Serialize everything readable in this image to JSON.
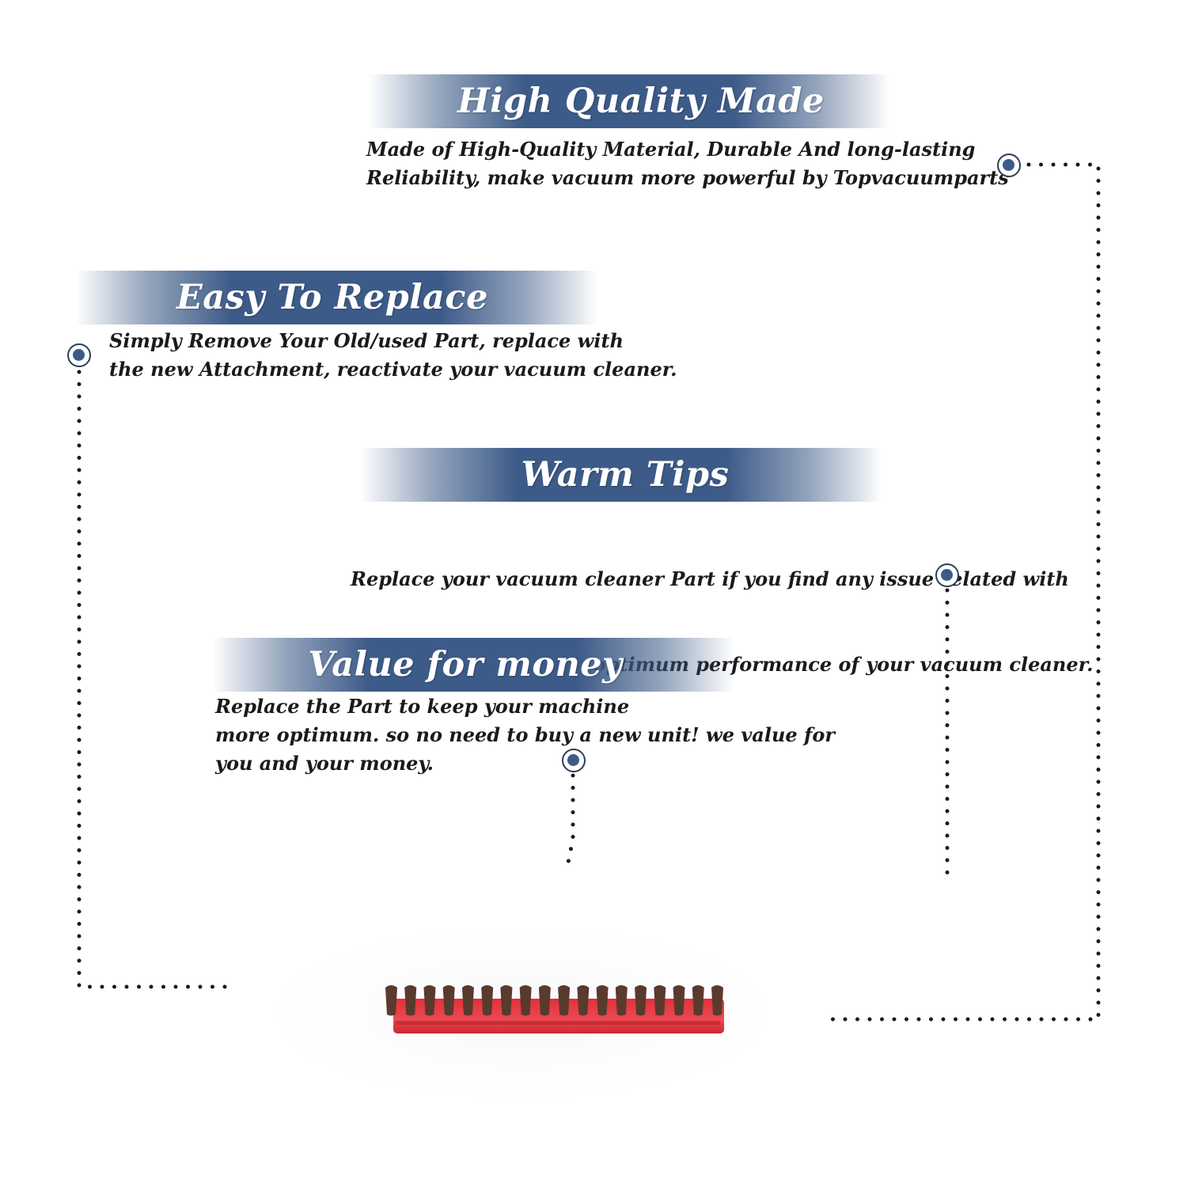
{
  "sections": [
    {
      "title": "High Quality Made",
      "lines": [
        "Made of  High-Quality Material, Durable And long-lasting",
        "Reliability, make vacuum more powerful by Topvacuumparts"
      ]
    },
    {
      "title": "Easy To Replace",
      "lines": [
        "Simply Remove Your Old/used Part, replace with",
        "the new Attachment, reactivate your vacuum cleaner."
      ]
    },
    {
      "title": "Warm Tips",
      "lines": [
        "Replace your vacuum cleaner Part if you find any issue related with",
        " attachment to ensure optimum performance of your vacuum cleaner."
      ]
    },
    {
      "title": "Value for money",
      "lines": [
        "Replace the Part to keep your machine",
        "more optimum. so no need to buy a new unit! we value for",
        "you and your money."
      ]
    }
  ],
  "colors": {
    "banner": "#3d5b88",
    "marker": "#3d5b88",
    "dots": "#1a1a1a",
    "brush_strip": "#e8353f",
    "bristles": "#5a3a2e"
  },
  "product": {
    "icon": "roller-brush-strip",
    "bristle_tufts": 18
  }
}
